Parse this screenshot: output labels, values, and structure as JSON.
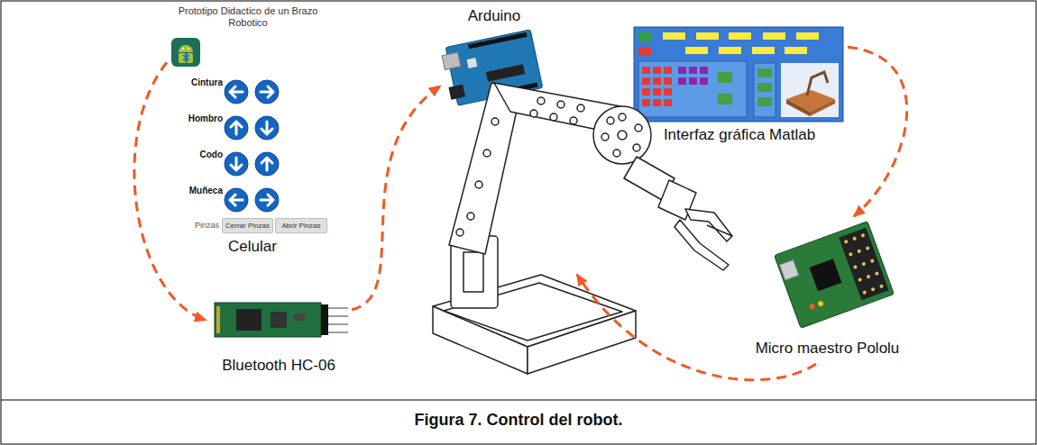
{
  "diagram": {
    "caption": "Figura 7. Control del robot.",
    "nodes": [
      {
        "text": [
          "Prototipo Didactico de un Brazo Robotico",
          "Cintura",
          "Hombro",
          "Codo",
          "Muñeca",
          "Pinzas",
          "Celular"
        ]
      },
      {
        "text": [
          "Cerrar Pinzas"
        ],
        "in": 0
      },
      {
        "text": [
          "Abrir Pinzas"
        ],
        "in": 0
      },
      {
        "text": [
          "Arduino"
        ]
      },
      {
        "text": [
          "Interfaz gráfica Matlab"
        ]
      },
      {
        "text": [
          "Bluetooth HC-06"
        ]
      },
      {
        "text": [
          "Micro maestro Pololu"
        ]
      }
    ],
    "edges": [
      {
        "from": 0,
        "to": 5,
        "arrow": "to"
      },
      {
        "from": 5,
        "to": 3,
        "arrow": "to"
      },
      {
        "from": 4,
        "to": 6,
        "arrow": "to"
      }
    ]
  }
}
